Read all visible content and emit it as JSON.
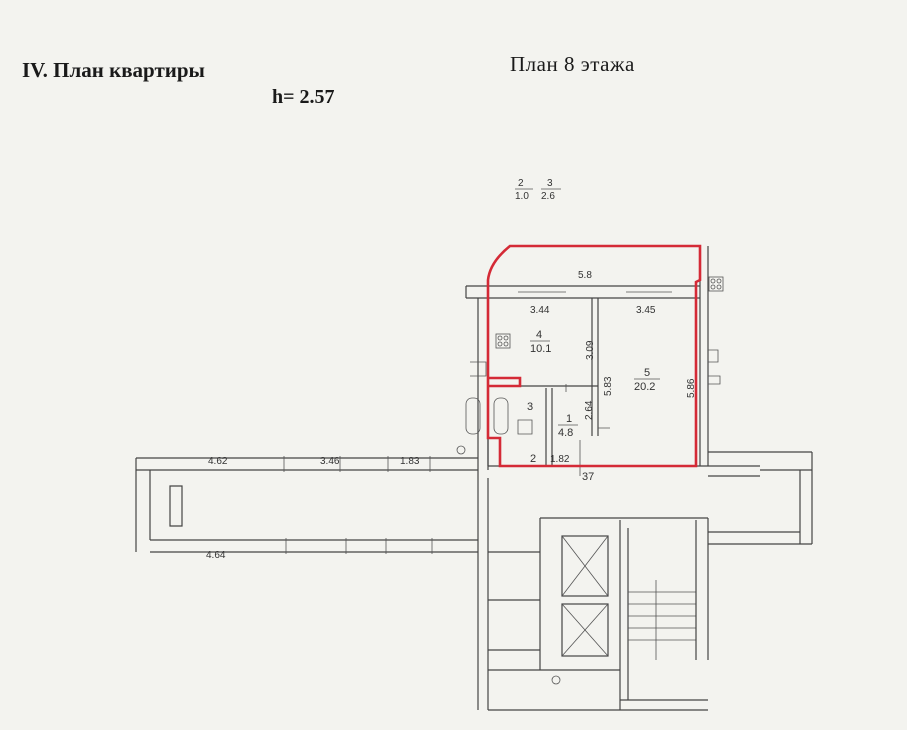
{
  "header": {
    "title": "IV. План квартиры",
    "ceiling_height": "h= 2.57",
    "floor_plan": "План  8  этажа"
  },
  "top_markers": {
    "m1_top": "2",
    "m1_bottom": "1.0",
    "m2_top": "3",
    "m2_bottom": "2.6"
  },
  "apartment_outline_color": "#d42a36",
  "rooms": [
    {
      "number": "4",
      "area": "10.1"
    },
    {
      "number": "5",
      "area": "20.2"
    },
    {
      "number": "1",
      "area": "4.8"
    },
    {
      "number": "3"
    },
    {
      "number": "2"
    }
  ],
  "dimensions": {
    "overall_width": "5.8",
    "kitchen_width": "3.44",
    "living_width": "3.45",
    "kitchen_depth": "3.09",
    "living_depth": "5.86",
    "partition": "5.83",
    "hall_depth": "2.64",
    "bath_width": "1.82",
    "apt_number": "37",
    "corr1": "4.62",
    "corr2": "3.46",
    "corr3": "1.83",
    "corr4": "4.64"
  }
}
